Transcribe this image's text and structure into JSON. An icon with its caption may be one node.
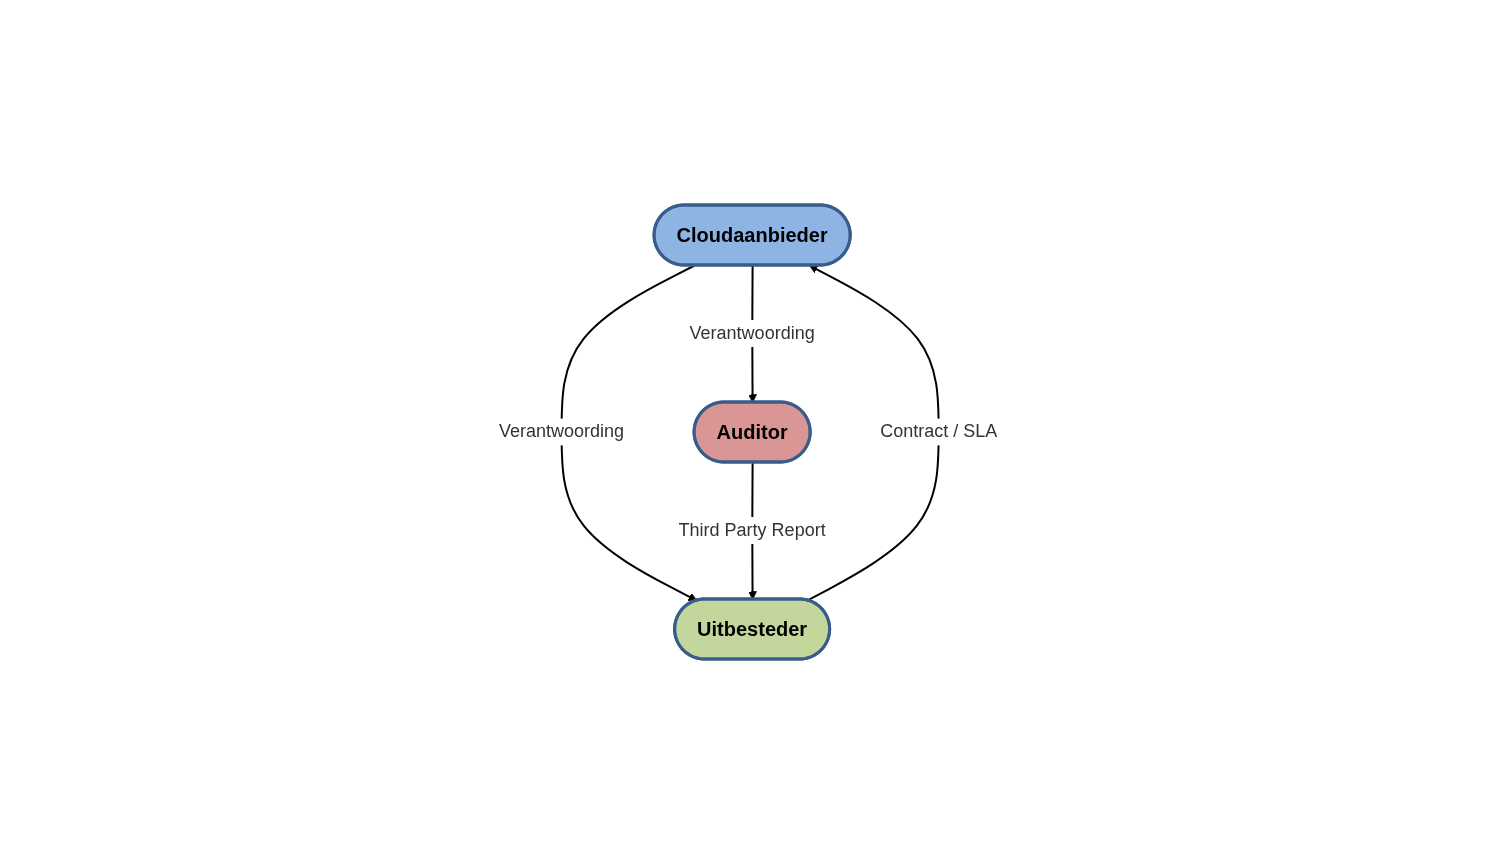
{
  "diagram": {
    "nodes": [
      {
        "text": [
          "Cloudaanbieder"
        ]
      },
      {
        "text": [
          "Uitbesteder"
        ]
      },
      {
        "text": [
          "Auditor"
        ]
      }
    ],
    "edges": [
      {
        "from": 1,
        "to": 0,
        "arrow": "to",
        "label": "Contract / SLA"
      },
      {
        "from": 0,
        "to": 1,
        "arrow": "to",
        "label": "Verantwoording"
      },
      {
        "from": 0,
        "to": 2,
        "arrow": "to",
        "label": "Verantwoording"
      },
      {
        "from": 2,
        "to": 1,
        "arrow": "to",
        "label": "Third Party Report"
      }
    ]
  }
}
